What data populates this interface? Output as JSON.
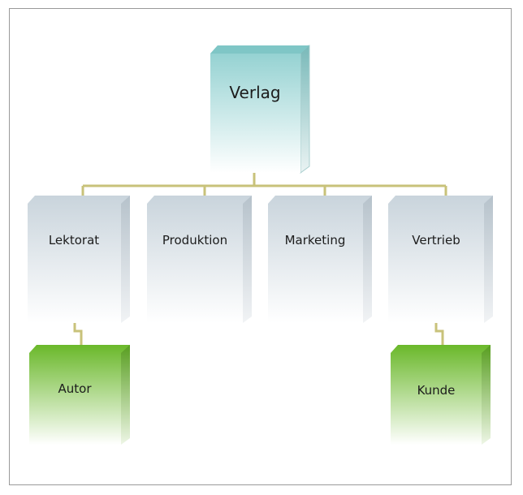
{
  "diagram": {
    "root": {
      "label": "Verlag"
    },
    "departments": [
      {
        "label": "Lektorat"
      },
      {
        "label": "Produktion"
      },
      {
        "label": "Marketing"
      },
      {
        "label": "Vertrieb"
      }
    ],
    "externals": [
      {
        "label": "Autor",
        "attached_to": "Lektorat"
      },
      {
        "label": "Kunde",
        "attached_to": "Vertrieb"
      }
    ],
    "colors": {
      "root_top": "#8ecfcf",
      "department_top": "#c9d4dc",
      "external_top": "#6ab82a",
      "connector": "#c8c27a",
      "frame": "#9a9a9a"
    }
  }
}
